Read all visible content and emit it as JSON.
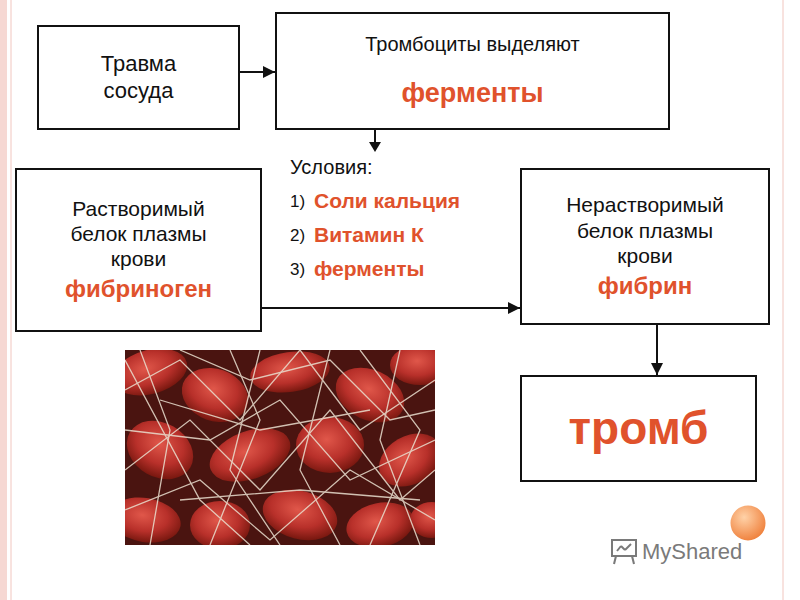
{
  "diagram": {
    "nodes": [
      {
        "text": [
          "Травма сосуда"
        ]
      },
      {
        "text": [
          "Тромбоциты выделяют",
          "ферменты"
        ]
      },
      {
        "text": [
          "Растворимый белок плазмы крови",
          "фибриноген"
        ]
      },
      {
        "text": [
          "Нерастворимый белок плазмы крови",
          "фибрин"
        ]
      },
      {
        "text": [
          "тромб"
        ]
      }
    ],
    "edges": [
      {
        "from": 0,
        "to": 1,
        "arrow": "to"
      },
      {
        "from": 2,
        "to": 3,
        "arrow": "to"
      },
      {
        "from": 3,
        "to": 4,
        "arrow": "to"
      }
    ],
    "labels": [
      "Условия:",
      "1)",
      "Соли кальция",
      "2)",
      "Витамин К",
      "3)",
      "ферменты",
      "MyShared"
    ]
  }
}
